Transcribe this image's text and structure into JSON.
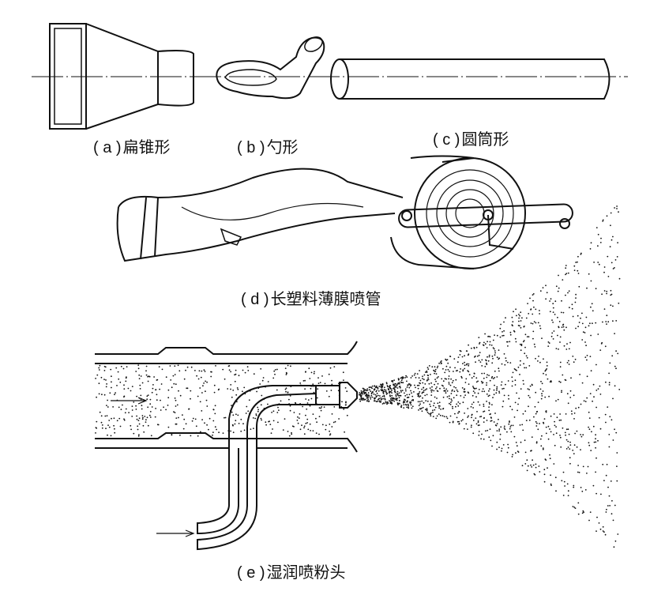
{
  "figures": [
    {
      "letter": "( a )",
      "name": "扁锥形"
    },
    {
      "letter": "( b )",
      "name": "勺形"
    },
    {
      "letter": "( c )",
      "name": "圆筒形"
    },
    {
      "letter": "( d )",
      "name": "长塑料薄膜喷管"
    },
    {
      "letter": "( e )",
      "name": "湿润喷粉头"
    }
  ],
  "colors": {
    "ink": "#111111",
    "background": "#ffffff"
  }
}
